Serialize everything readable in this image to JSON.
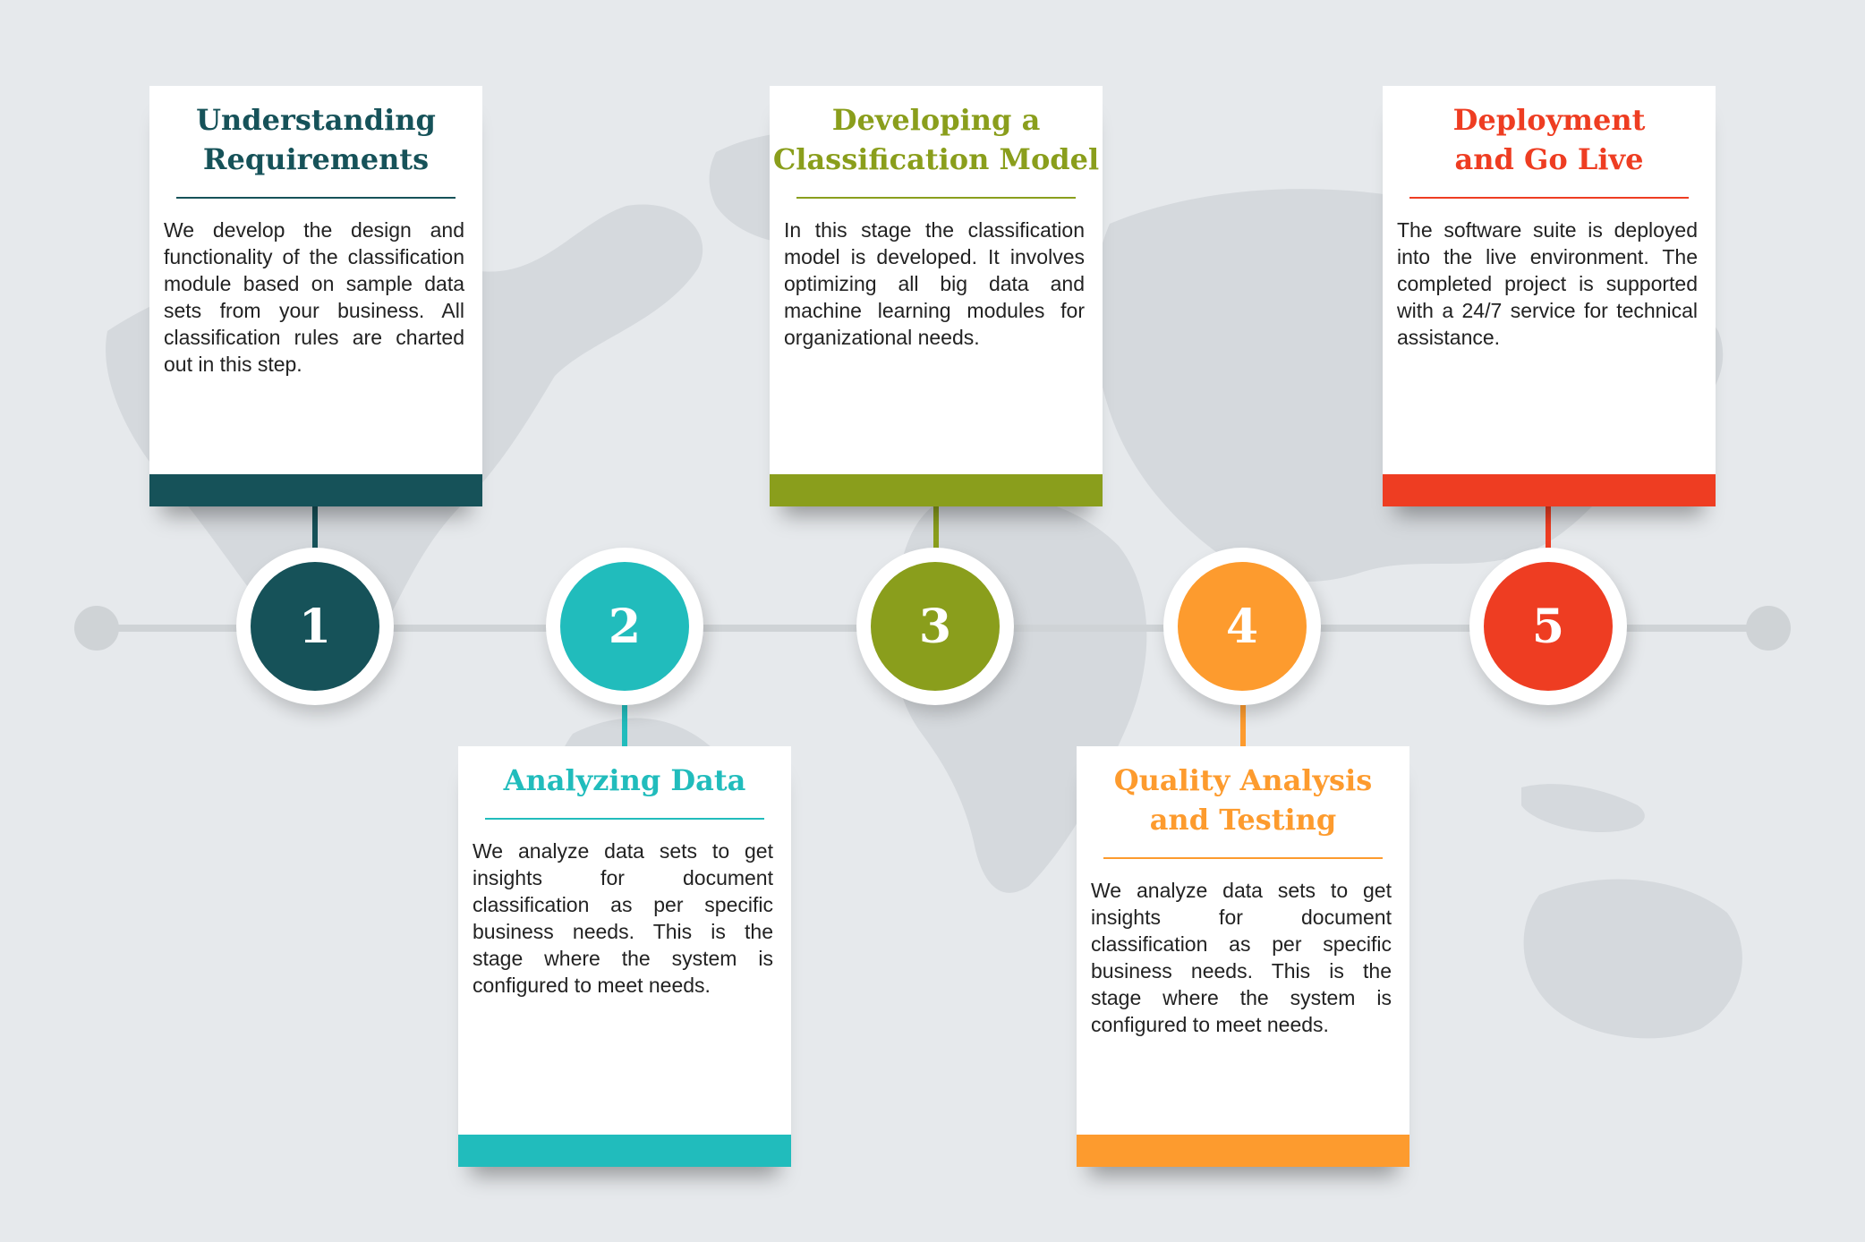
{
  "colors": {
    "background": "#e6e9ec",
    "map": "#d5d9dd",
    "timeline": "#cfd3d6"
  },
  "steps": [
    {
      "number": "1",
      "title": "Understanding\nRequirements",
      "body": "We develop the design and functionality of the classification module based on sample data sets from your business. All classification rules are charted out in this step.",
      "color": "#165259",
      "position": "top"
    },
    {
      "number": "2",
      "title": "Analyzing Data",
      "body": "We analyze data sets to get insights for document classification as per specific business needs. This is the stage where the system is configured to meet needs.",
      "color": "#21bcbc",
      "position": "bottom"
    },
    {
      "number": "3",
      "title": "Developing a\nClassification Model",
      "body": "In this stage the classification model is developed. It involves optimizing all big data and machine learning modules for organizational needs.",
      "color": "#8a9e1c",
      "position": "top"
    },
    {
      "number": "4",
      "title": "Quality Analysis\nand Testing",
      "body": "We analyze data sets to get insights for document classification as per specific business needs. This is the stage where the system is configured to meet needs.",
      "color": "#fd9b2e",
      "position": "bottom"
    },
    {
      "number": "5",
      "title": "Deployment\nand Go Live",
      "body": "The software suite is deployed into the live environment. The completed project is supported with a 24/7 service for technical assistance.",
      "color": "#ee3d22",
      "position": "top"
    }
  ]
}
